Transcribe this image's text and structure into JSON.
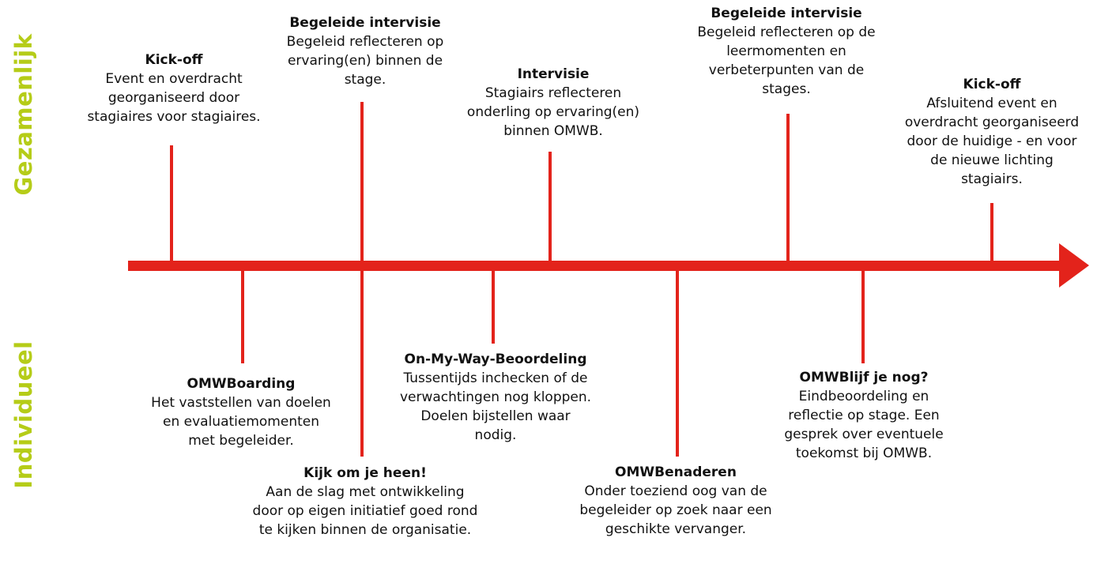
{
  "colors": {
    "axis": "#e3231b",
    "side_label": "#b5cc18",
    "text": "#111111"
  },
  "side_labels": {
    "top": "Gezamenlijk",
    "bottom": "Individueel"
  },
  "events_top": [
    {
      "title": "Kick-off",
      "desc": "Event en overdracht\ngeorganiseerd  door\nstagiaires voor stagiaires."
    },
    {
      "title": "Begeleide intervisie",
      "desc": "Begeleid reflecteren op\nervaring(en) binnen de\nstage."
    },
    {
      "title": "Intervisie",
      "desc": "Stagiairs reflecteren\nonderling op ervaring(en)\nbinnen OMWB."
    },
    {
      "title": "Begeleide intervisie",
      "desc": "Begeleid reflecteren op de\nleermomenten en\nverbeterpunten van de\nstages."
    },
    {
      "title": "Kick-off",
      "desc": "Afsluitend event en\noverdracht georganiseerd\ndoor de huidige - en voor\nde nieuwe lichting\nstagiairs."
    }
  ],
  "events_bottom": [
    {
      "title": "OMWBoarding",
      "desc": "Het vaststellen van doelen\nen evaluatiemomenten\nmet begeleider."
    },
    {
      "title": "Kijk om je heen!",
      "desc": "Aan de slag met ontwikkeling\ndoor op eigen initiatief goed rond\nte kijken binnen de organisatie."
    },
    {
      "title": "On-My-Way-Beoordeling",
      "desc": "Tussentijds inchecken of de\nverwachtingen nog kloppen.\nDoelen bijstellen waar\nnodig."
    },
    {
      "title": "OMWBenaderen",
      "desc": "Onder toeziend oog van de\nbegeleider op zoek naar een\ngeschikte vervanger."
    },
    {
      "title": "OMWBlijf je nog?",
      "desc": "Eindbeoordeling en\nreflectie op stage. Een\ngesprek over eventuele\ntoekomst bij OMWB."
    }
  ]
}
